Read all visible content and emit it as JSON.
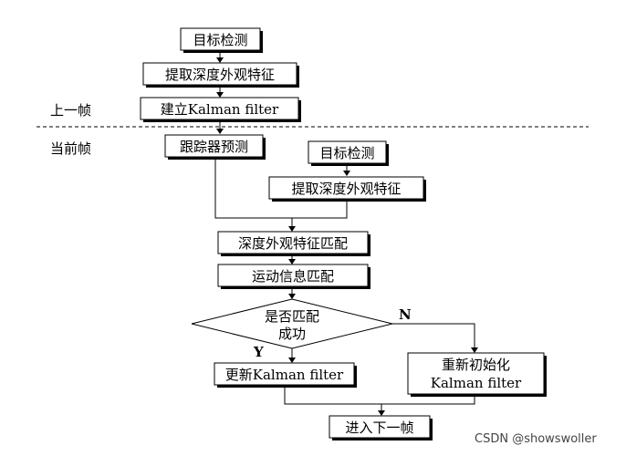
{
  "labels": {
    "prev_frame": "上一帧",
    "curr_frame": "当前帧"
  },
  "nodes": {
    "detect1": "目标检测",
    "extract1": "提取深度外观特征",
    "build_kalman": "建立Kalman filter",
    "tracker_predict": "跟踪器预测",
    "detect2": "目标检测",
    "extract2": "提取深度外观特征",
    "appearance_match": "深度外观特征匹配",
    "motion_match": "运动信息匹配",
    "decision_line1": "是否匹配",
    "decision_line2": "成功",
    "update_kalman": "更新Kalman filter",
    "reinit_line1": "重新初始化",
    "reinit_line2": "Kalman filter",
    "next_frame": "进入下一帧"
  },
  "edges": {
    "yes": "Y",
    "no": "N"
  },
  "watermark": "CSDN @showswoller"
}
